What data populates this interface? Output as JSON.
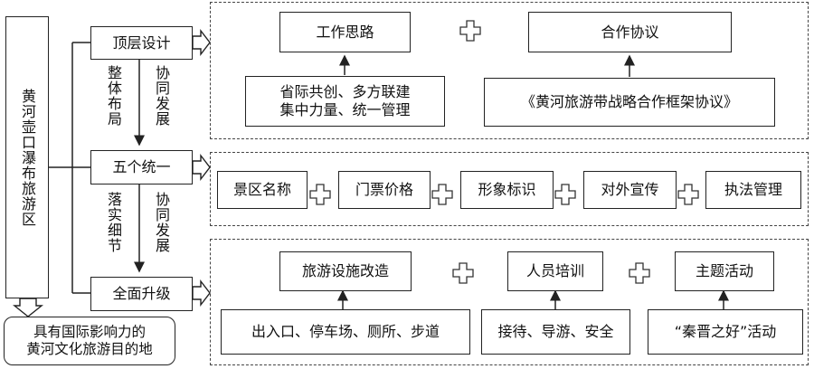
{
  "left_box": "黄河壶口瀑布旅游区",
  "bottom_target": "具有国际影响力的\n黄河文化旅游目的地",
  "stages": [
    {
      "label": "顶层设计"
    },
    {
      "label": "五个统一"
    },
    {
      "label": "全面升级"
    }
  ],
  "transitions": [
    {
      "left": "整体布局",
      "right": "协同发展"
    },
    {
      "left": "落实细节",
      "right": "协同发展"
    }
  ],
  "top_group": {
    "heads": [
      "工作思路",
      "合作协议"
    ],
    "sources": [
      "省际共创、多方联建\n集中力量、统一管理",
      "《黄河旅游带战略合作框架协议》"
    ]
  },
  "middle_group": {
    "items": [
      "景区名称",
      "门票价格",
      "形象标识",
      "对外宣传",
      "执法管理"
    ]
  },
  "bottom_group": {
    "heads": [
      "旅游设施改造",
      "人员培训",
      "主题活动"
    ],
    "sources": [
      "出入口、停车场、厕所、步道",
      "接待、导游、安全",
      "“秦晋之好”活动"
    ]
  }
}
